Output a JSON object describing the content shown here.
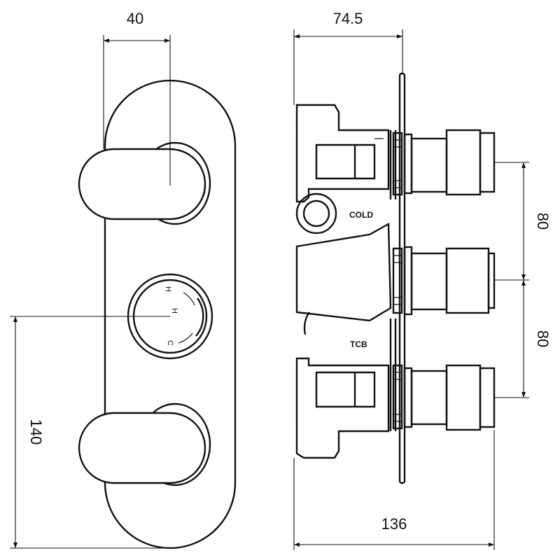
{
  "dimensions": {
    "front_width": "40",
    "front_height": "140",
    "side_depth": "74.5",
    "side_total": "136",
    "spacing_upper": "80",
    "spacing_lower": "80"
  },
  "labels": {
    "cold": "COLD",
    "tcb": "TCB"
  },
  "dial_marks": {
    "hot_left": "H",
    "hot_right": "H",
    "cold": "C"
  }
}
